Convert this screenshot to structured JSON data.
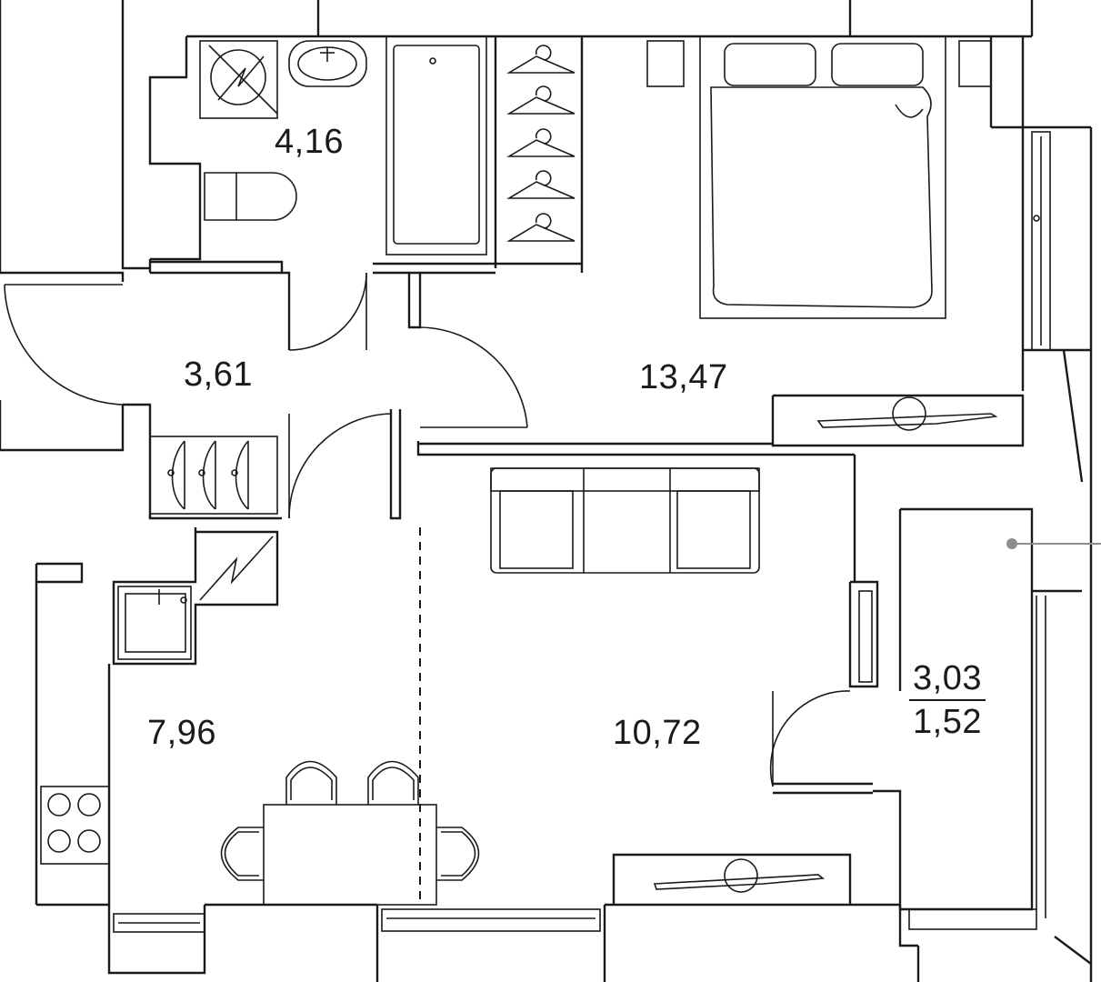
{
  "rooms": {
    "bathroom": {
      "area": "4,16"
    },
    "hall": {
      "area": "3,61"
    },
    "bedroom": {
      "area": "13,47"
    },
    "kitchen": {
      "area": "7,96"
    },
    "living": {
      "area": "10,72"
    },
    "balcony": {
      "area": "3,03",
      "reduced_area": "1,52"
    }
  },
  "icons": [
    "washing-machine-icon",
    "washbasin-icon",
    "bathtub-icon",
    "toilet-icon",
    "wardrobe-icon",
    "bed-icon",
    "sofa-icon",
    "dining-table-icon",
    "chair-icon",
    "hob-icon",
    "kitchen-sink-icon",
    "boiler-icon",
    "radiator-icon",
    "door-icon",
    "window-icon"
  ]
}
